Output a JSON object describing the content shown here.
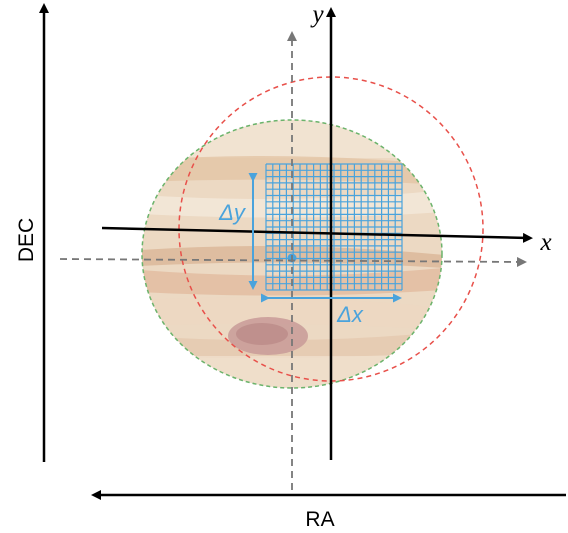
{
  "labels": {
    "dec": "DEC",
    "ra": "RA",
    "x": "x",
    "y": "y",
    "delta_x": "Δx",
    "delta_y": "Δy"
  },
  "colors": {
    "axis": "#000000",
    "dashed_axis": "#777777",
    "planet_outline": "#6bb36b",
    "offset_circle": "#e8504a",
    "grid": "#4aa3dc",
    "planet_base": "#ecd9c3",
    "spot": "#c89a98"
  },
  "icons": {
    "planet": "jupiter-planet-image",
    "grid": "pointing-grid"
  }
}
